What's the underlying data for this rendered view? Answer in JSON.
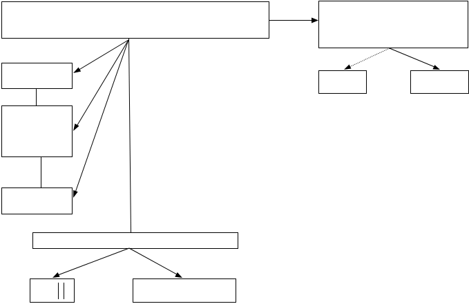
{
  "diagram": {
    "boxes": [
      {
        "id": "root",
        "label": ""
      },
      {
        "id": "right-parent",
        "label": ""
      },
      {
        "id": "right-child-left",
        "label": ""
      },
      {
        "id": "right-child-right",
        "label": ""
      },
      {
        "id": "left-top",
        "label": ""
      },
      {
        "id": "left-middle",
        "label": ""
      },
      {
        "id": "left-bottom",
        "label": ""
      },
      {
        "id": "bottom-bar",
        "label": ""
      },
      {
        "id": "bottom-child-left",
        "label": ""
      },
      {
        "id": "bottom-child-right",
        "label": ""
      }
    ],
    "line_color": "#000000",
    "box_fill": "#ffffff"
  }
}
